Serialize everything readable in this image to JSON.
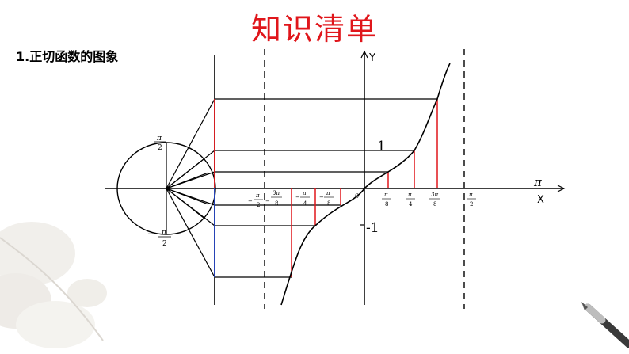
{
  "title": "知识清单",
  "heading": "1.正切函数的图象",
  "axes": {
    "y_label": "Y",
    "x_label": "X",
    "x_pi": "π"
  },
  "circle_labels": {
    "top_pi": "π",
    "top_den": "2",
    "bottom_sign": "−",
    "bottom_pi": "π",
    "bottom_den": "2"
  },
  "y_ticks": {
    "one": "1",
    "neg_one": "-1"
  },
  "origin": "0",
  "x_ticks": {
    "neg_half_sign": "−",
    "neg_half_num": "π",
    "neg_half_den": "2",
    "neg_three_eighth_sign": "−",
    "neg_three_eighth_num": "3π",
    "neg_three_eighth_den": "8",
    "neg_quarter_sign": "−",
    "neg_quarter_num": "π",
    "neg_quarter_den": "4",
    "neg_eighth_sign": "−",
    "neg_eighth_num": "π",
    "neg_eighth_den": "8",
    "eighth_num": "π",
    "eighth_den": "8",
    "quarter_num": "π",
    "quarter_den": "4",
    "three_eighth_num": "3π",
    "three_eighth_den": "8",
    "half_num": "π",
    "half_den": "2"
  },
  "colors": {
    "title": "#e0161b",
    "projection": "#e0161b",
    "unit_segment": "#1f3fbf",
    "ink": "#000000"
  }
}
